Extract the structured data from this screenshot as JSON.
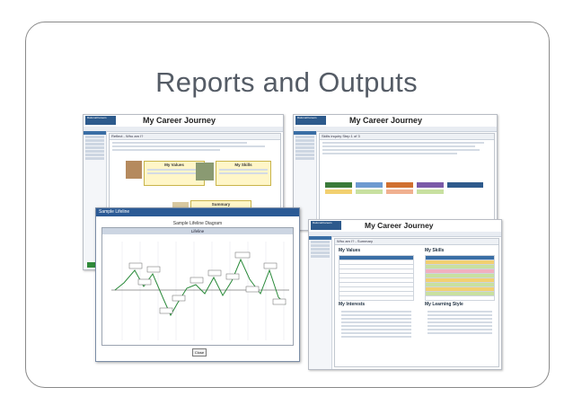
{
  "slide": {
    "title": "Reports and Outputs"
  },
  "screens": {
    "app_name": "My Career Journey",
    "logo_text": "RationalCareers",
    "left": {
      "header": "Reflect - Who am I?",
      "cards": [
        {
          "title": "My Values"
        },
        {
          "title": "My Skills"
        },
        {
          "title": "Summary"
        }
      ]
    },
    "right_top": {
      "header": "Skills inquiry Step 1 of 3"
    },
    "right_bottom": {
      "header": "Who am I? - Summary",
      "panels": [
        "My Values",
        "My Skills",
        "My Interests",
        "My Learning Style"
      ]
    },
    "timeline": {
      "window_title": "Sample Lifeline",
      "caption": "Sample Lifeline Diagram",
      "chart_label": "Lifeline",
      "close_label": "Close"
    }
  },
  "colors": {
    "frame": "#8a8a8a",
    "title": "#555c66",
    "brand": "#2d5a8c",
    "accent_green": "#2f8a3a",
    "card_yellow": "#fff6c8"
  }
}
